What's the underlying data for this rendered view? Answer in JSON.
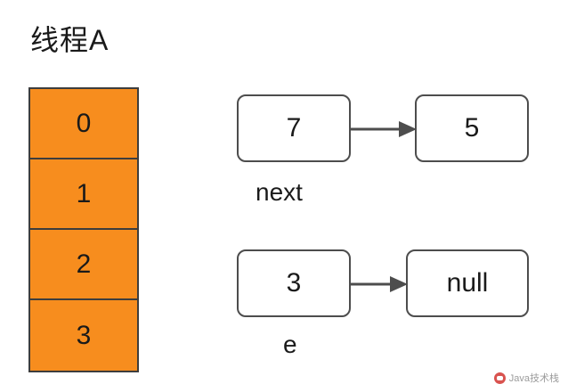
{
  "diagram": {
    "title": "线程A",
    "array": {
      "name": "hash-bucket-array",
      "cells": [
        "0",
        "1",
        "2",
        "3"
      ],
      "fill_color": "#f78d1e",
      "border_color": "#3d3d3d"
    },
    "chains": [
      {
        "id": "next-chain",
        "nodes": [
          "7",
          "5"
        ],
        "caption": "next",
        "arrow": "arrow-right-icon"
      },
      {
        "id": "e-chain",
        "nodes": [
          "3",
          "null"
        ],
        "caption": "e",
        "arrow": "arrow-right-icon"
      }
    ]
  },
  "watermark": {
    "text": "Java技术栈",
    "logo": "wechat-account-logo-icon"
  }
}
